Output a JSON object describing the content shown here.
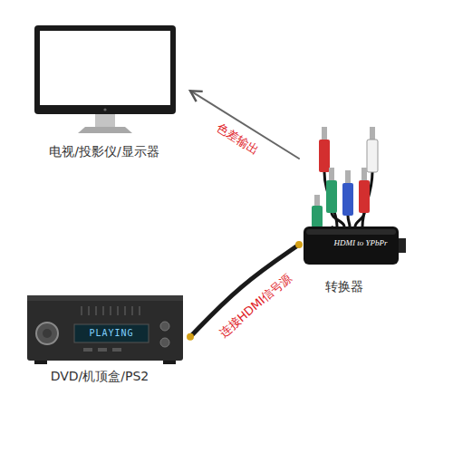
{
  "diagram": {
    "nodes": [
      {
        "text": [
          "电视/投影仪/显示器"
        ]
      },
      {
        "text": [
          "HDMI to YPbPr",
          "转换器"
        ]
      },
      {
        "text": [
          "PLAYING",
          "DVD/机顶盒/PS2"
        ]
      }
    ],
    "edges": [
      {
        "from": 1,
        "to": 0,
        "arrow": "to",
        "label": "色差输出"
      },
      {
        "from": 2,
        "to": 1,
        "arrow": "none",
        "label": "连接HDMI信号源"
      }
    ]
  }
}
